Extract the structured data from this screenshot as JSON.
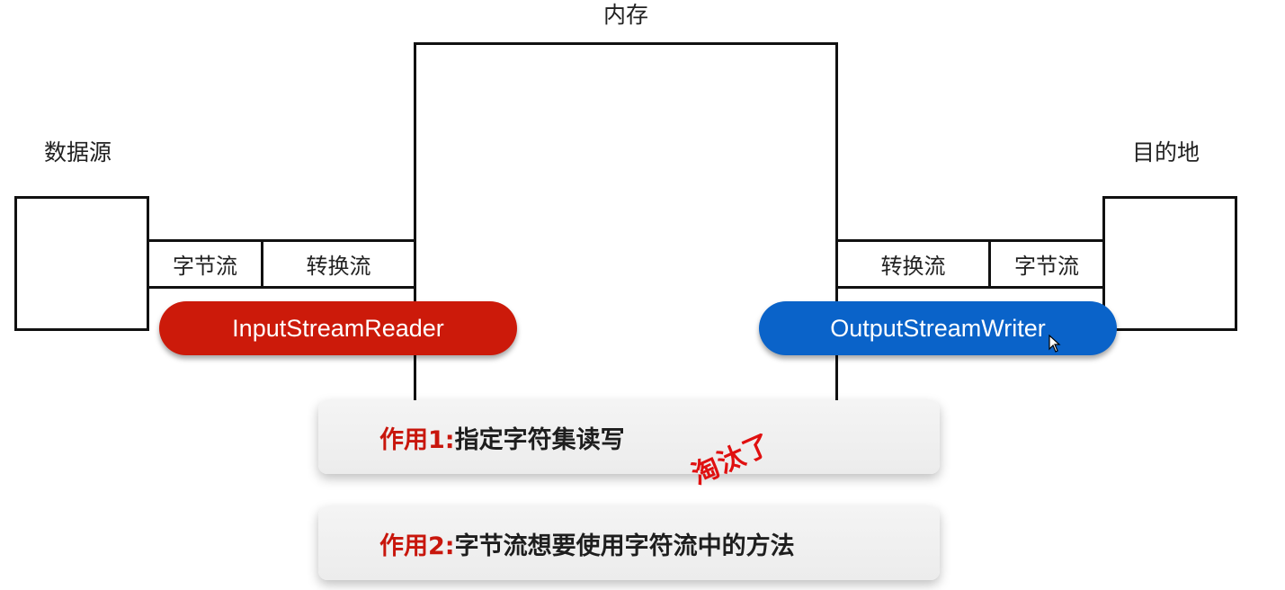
{
  "labels": {
    "memory": "内存",
    "source": "数据源",
    "destination": "目的地"
  },
  "left_streams": {
    "byte_stream": "字节流",
    "convert_stream": "转换流"
  },
  "right_streams": {
    "convert_stream": "转换流",
    "byte_stream": "字节流"
  },
  "pills": {
    "input": "InputStreamReader",
    "output": "OutputStreamWriter"
  },
  "notes": [
    {
      "key": "作用1:",
      "text": " 指定字符集读写"
    },
    {
      "key": "作用2:",
      "text": " 字节流想要使用字符流中的方法"
    }
  ],
  "stamp": "淘汰了",
  "colors": {
    "input_pill": "#cc1a0a",
    "output_pill": "#0a63c9",
    "note_key": "#c8160c",
    "stamp": "#e01010"
  },
  "icons": {
    "cursor": "mouse-pointer-icon"
  }
}
